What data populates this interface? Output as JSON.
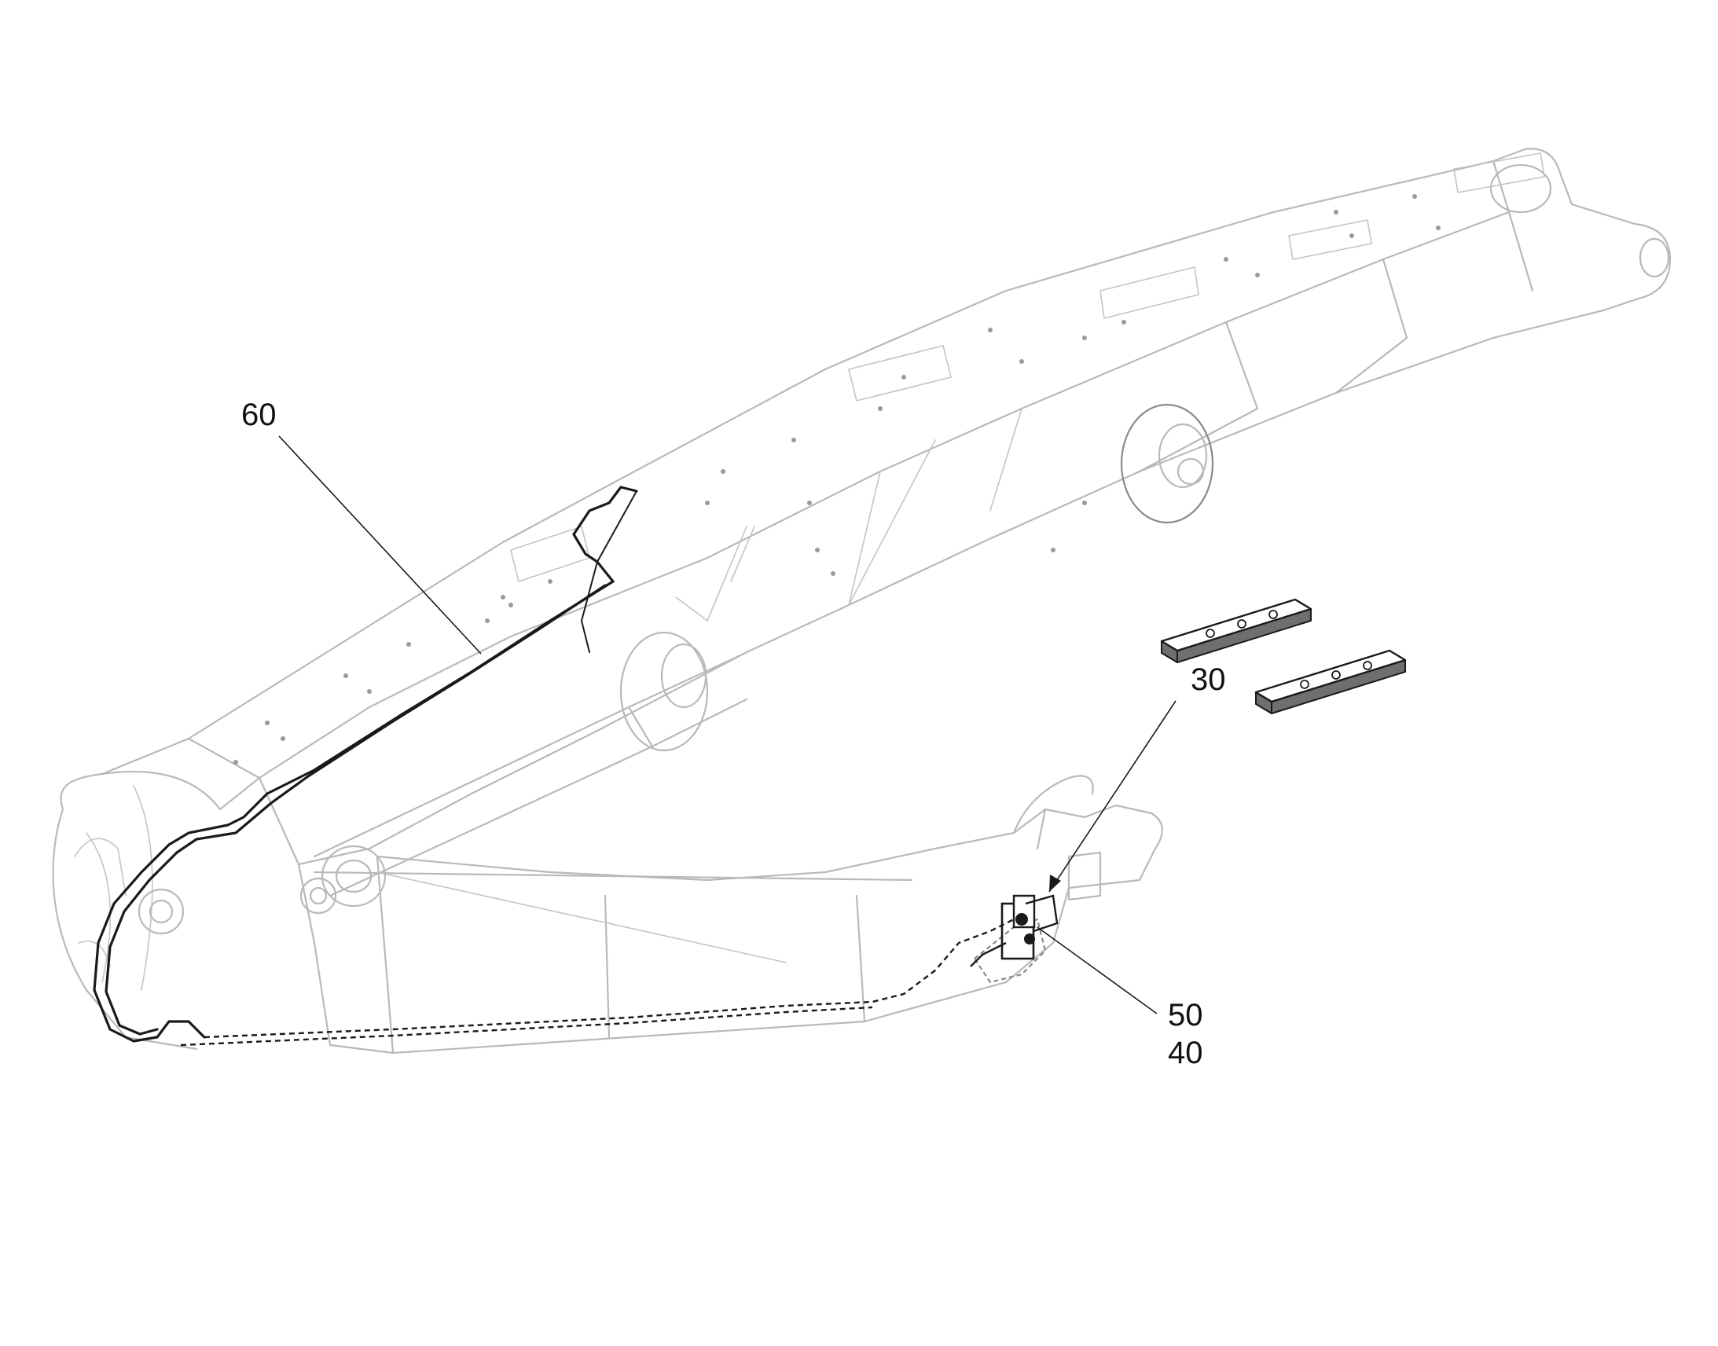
{
  "callouts": {
    "c60": "60",
    "c30": "30",
    "c50": "50",
    "c40": "40"
  },
  "colors": {
    "outline": "#b9b9b9",
    "hose": "#1a1a1a",
    "background": "#ffffff"
  }
}
